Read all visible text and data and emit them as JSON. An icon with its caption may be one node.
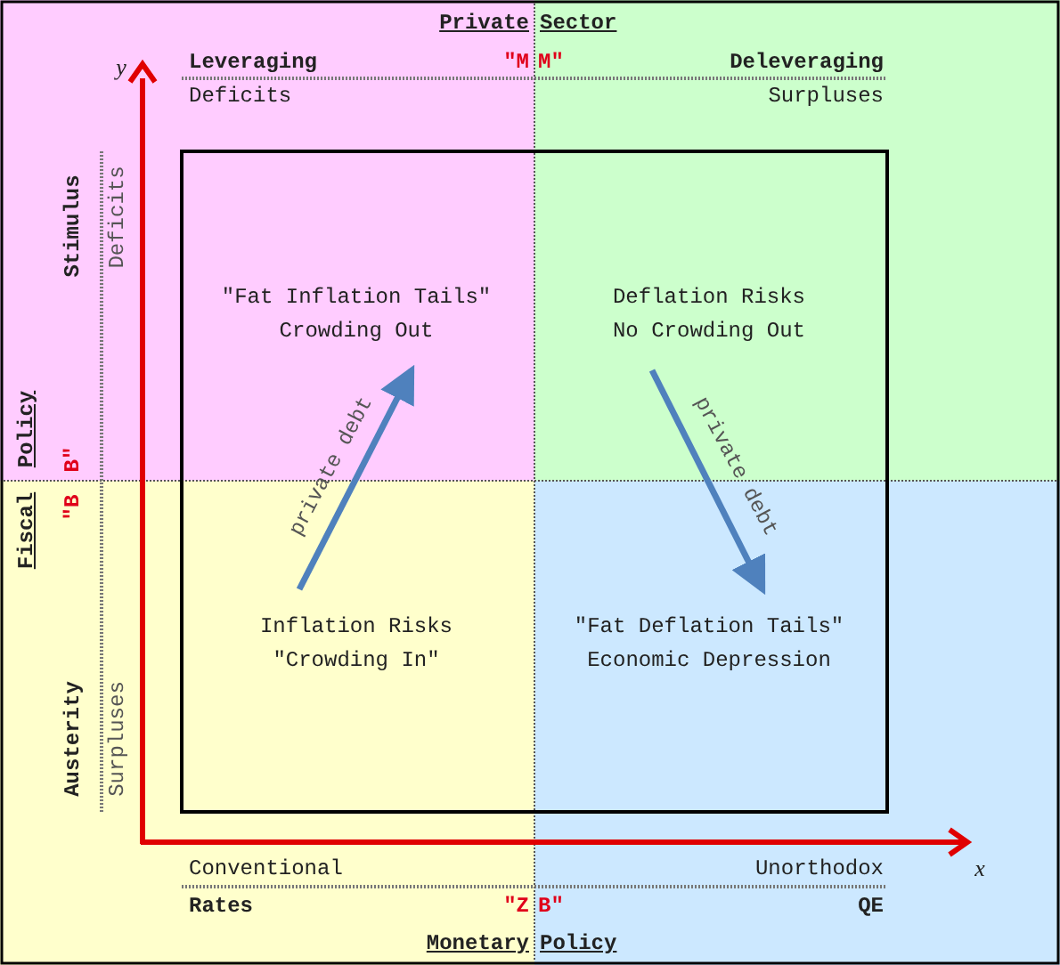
{
  "diagram": {
    "nodes": [
      {
        "text": [
          "\"Fat Inflation Tails\"",
          "Crowding Out"
        ]
      },
      {
        "text": [
          "Deflation Risks",
          "No Crowding Out"
        ]
      },
      {
        "text": [
          "Inflation Risks",
          "\"Crowding In\""
        ]
      },
      {
        "text": [
          "\"Fat Deflation Tails\"",
          "Economic Depression"
        ]
      }
    ],
    "edges": [
      {
        "from": 2,
        "to": 0,
        "arrow": "to",
        "label": "private debt"
      },
      {
        "from": 1,
        "to": 3,
        "arrow": "to",
        "label": "private debt"
      }
    ],
    "labels": [
      "Private",
      "Sector",
      "y",
      "Leveraging",
      "\"M",
      "M\"",
      "Deleveraging",
      "Deficits",
      "Surpluses",
      "Stimulus",
      "Deficits",
      "Policy",
      "Fiscal",
      "B\"",
      "\"B",
      "Austerity",
      "Surpluses",
      "x",
      "Conventional",
      "Unorthodox",
      "Rates",
      "\"Z",
      "B\"",
      "QE",
      "Monetary",
      "Policy"
    ]
  }
}
